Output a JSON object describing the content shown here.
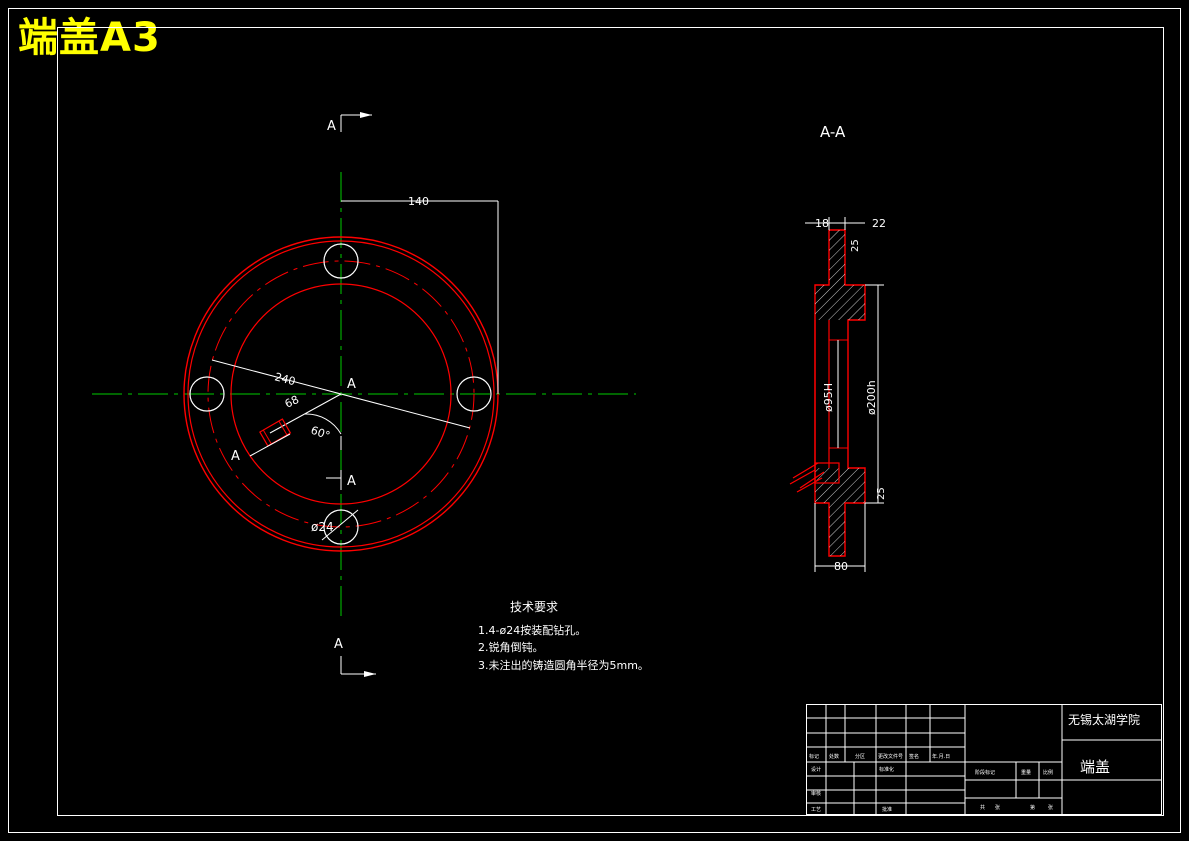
{
  "drawing_title": "端盖A3",
  "front_view": {
    "section_marker": "A",
    "dim_140": "140",
    "dim_240": "240",
    "dim_68": "68",
    "dim_angle": "60°",
    "dim_hole": "ø24",
    "center_label": "A"
  },
  "section_view": {
    "title": "A-A",
    "dim_18": "18",
    "dim_22": "22",
    "dim_25_top": "25",
    "dim_d95": "ø95H",
    "dim_d200": "ø200h",
    "dim_25_bottom": "25",
    "dim_80": "80"
  },
  "tech_notes": {
    "title": "技术要求",
    "items": [
      "1.4-ø24按装配钻孔。",
      "2.锐角倒钝。",
      "3.未注出的铸造圆角半径为5mm。"
    ]
  },
  "title_block": {
    "school": "无锡太湖学院",
    "part_name": "端盖",
    "sign_row": [
      "标记",
      "处数",
      "分区",
      "更改文件号",
      "签名",
      "年.月.日"
    ],
    "left_labels": [
      "设计",
      "审核",
      "工艺"
    ],
    "std_label": "标准化",
    "approve_label": "批准",
    "stage_headers": [
      "阶段标记",
      "重量",
      "比例"
    ],
    "sheet_labels": [
      "共",
      "张",
      "第",
      "张"
    ]
  },
  "colors": {
    "outline": "#ff0000",
    "dimension": "#ffffff",
    "centerline": "#00cc00",
    "title": "#ffff00"
  }
}
